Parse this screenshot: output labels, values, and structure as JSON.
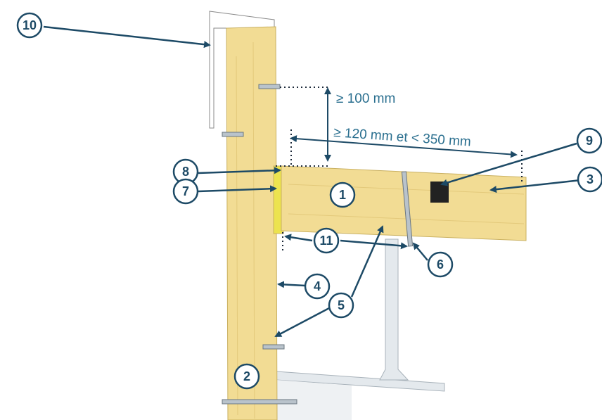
{
  "diagram": {
    "colors": {
      "wood": "#f2dc94",
      "wood_edge": "#c9b060",
      "insulation": "#ece34f",
      "steel": "#e4e9ed",
      "steel_edge": "#a8b2ba",
      "arrow": "#1d4a66",
      "callout_ring": "#1d4a66",
      "dimension_text": "#2a6f8f",
      "dotted": "#1d2a3a"
    },
    "dimensions": {
      "vertical_min": "≥ 100 mm",
      "horizontal_range": "≥ 120 mm et < 350 mm"
    },
    "callouts": [
      {
        "label": "1"
      },
      {
        "label": "2"
      },
      {
        "label": "3"
      },
      {
        "label": "4"
      },
      {
        "label": "5"
      },
      {
        "label": "6"
      },
      {
        "label": "7"
      },
      {
        "label": "8"
      },
      {
        "label": "9"
      },
      {
        "label": "10"
      },
      {
        "label": "11"
      }
    ]
  }
}
